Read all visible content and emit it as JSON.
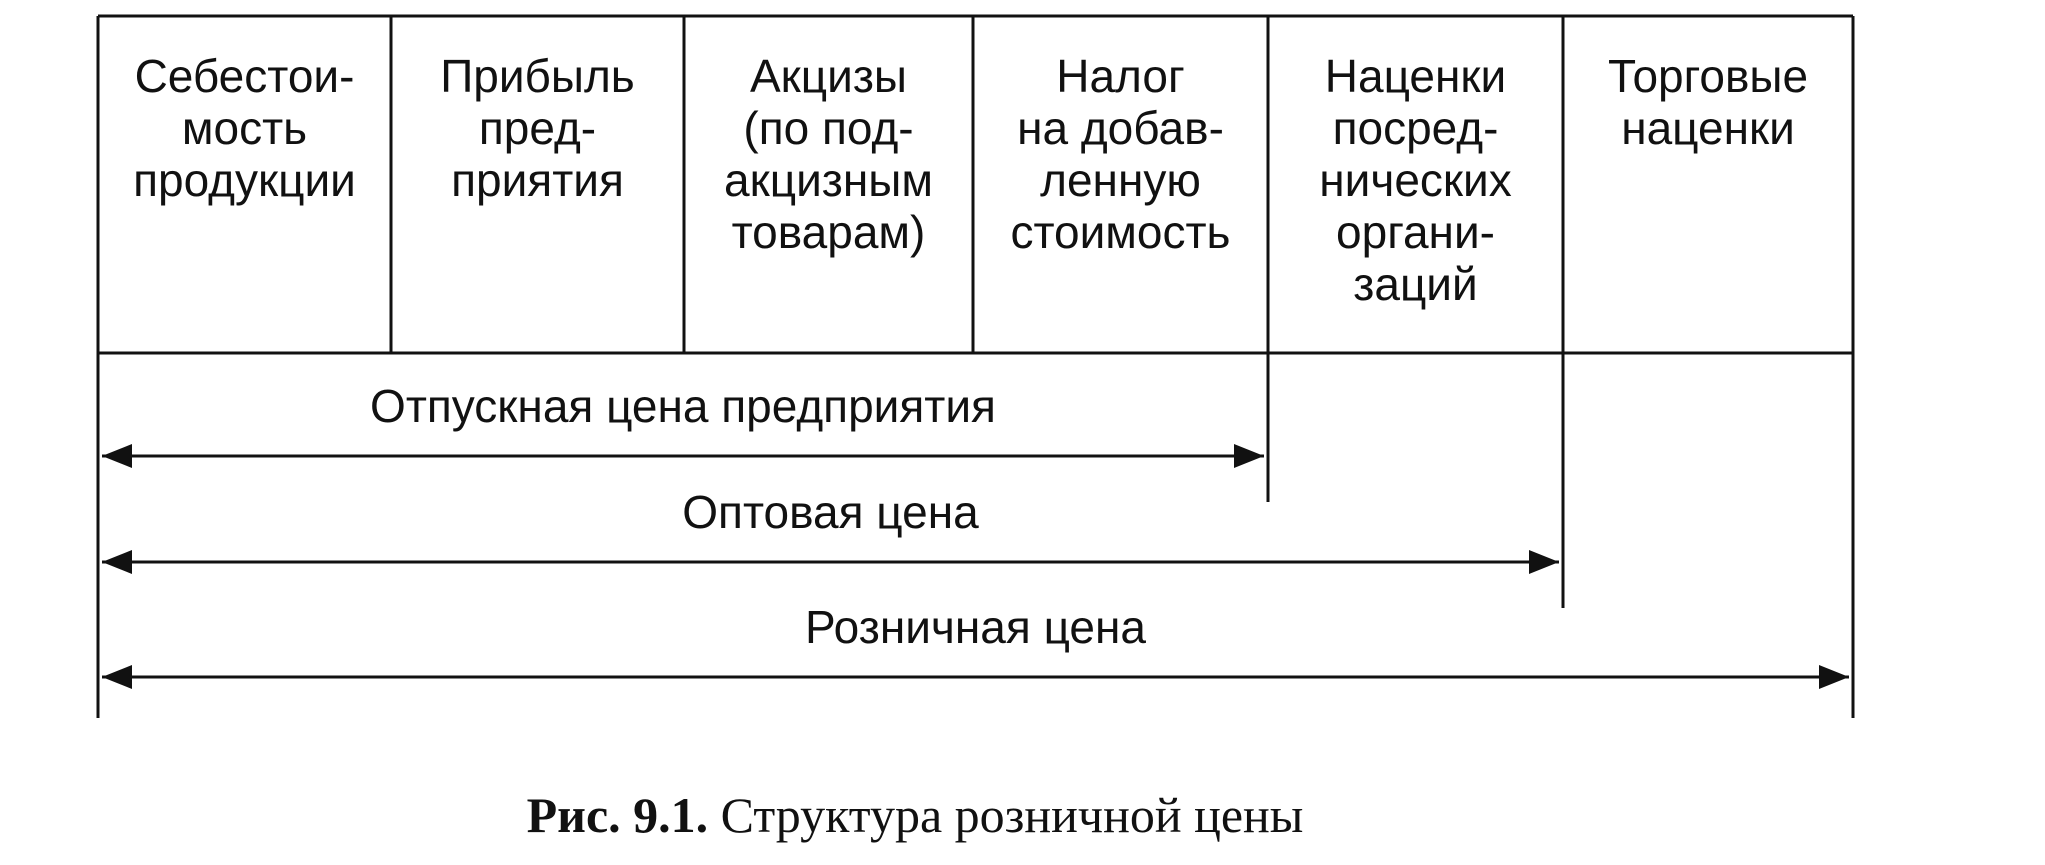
{
  "columns": [
    {
      "lines": [
        "Себестои-",
        "мость",
        "продукции"
      ]
    },
    {
      "lines": [
        "Прибыль",
        "пред-",
        "приятия"
      ]
    },
    {
      "lines": [
        "Акцизы",
        "(по под-",
        "акцизным",
        "товарам)"
      ]
    },
    {
      "lines": [
        "Налог",
        "на добав-",
        "ленную",
        "стоимость"
      ]
    },
    {
      "lines": [
        "Наценки",
        "посред-",
        "нических",
        "органи-",
        "заций"
      ]
    },
    {
      "lines": [
        "Торговые",
        "наценки"
      ]
    }
  ],
  "prices": [
    {
      "label": "Отпускная цена предприятия",
      "spans_columns": 4
    },
    {
      "label": "Оптовая цена",
      "spans_columns": 5
    },
    {
      "label": "Розничная цена",
      "spans_columns": 6
    }
  ],
  "caption": {
    "number": "Рис. 9.1.",
    "text": " Структура розничной цены"
  },
  "colors": {
    "ink": "#111111",
    "background": "#ffffff"
  }
}
